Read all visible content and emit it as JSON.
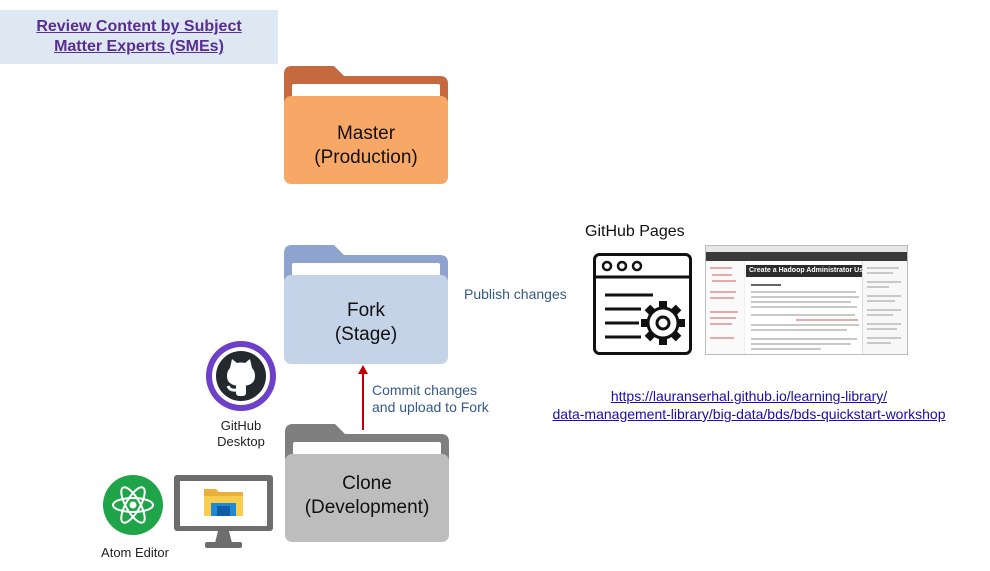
{
  "title": {
    "line1": "Review Content by Subject ",
    "line2": "Matter Experts (SMEs)"
  },
  "folders": {
    "master": {
      "line1": "Master",
      "line2": "(Production)",
      "tab_color": "#c5693f",
      "body_color": "#f7a766"
    },
    "fork": {
      "line1": "Fork",
      "line2": "(Stage)",
      "tab_color": "#8ea4cf",
      "body_color": "#c5d3e8"
    },
    "clone": {
      "line1": "Clone",
      "line2": "(Development)",
      "tab_color": "#7f7f7f",
      "body_color": "#bdbdbd"
    }
  },
  "arrow": {
    "line1": "Commit changes",
    "line2": "and upload to Fork",
    "color": "#c00000"
  },
  "publish_label": "Publish changes",
  "github_pages_label": "GitHub Pages",
  "github_desktop": {
    "line1": "GitHub",
    "line2": "Desktop",
    "color": "#6e40c9"
  },
  "atom_label": "Atom Editor",
  "atom_color": "#1fa449",
  "screenshot": {
    "heading": "Create a Hadoop Administrator User"
  },
  "url": {
    "line1": "https://lauranserhal.github.io/learning-library/",
    "line2": "data-management-library/big-data/bds/bds-quickstart-workshop"
  },
  "icons": [
    "github-octocat-icon",
    "atom-icon",
    "monitor-icon",
    "file-explorer-folder-icon",
    "web-page-settings-icon"
  ]
}
